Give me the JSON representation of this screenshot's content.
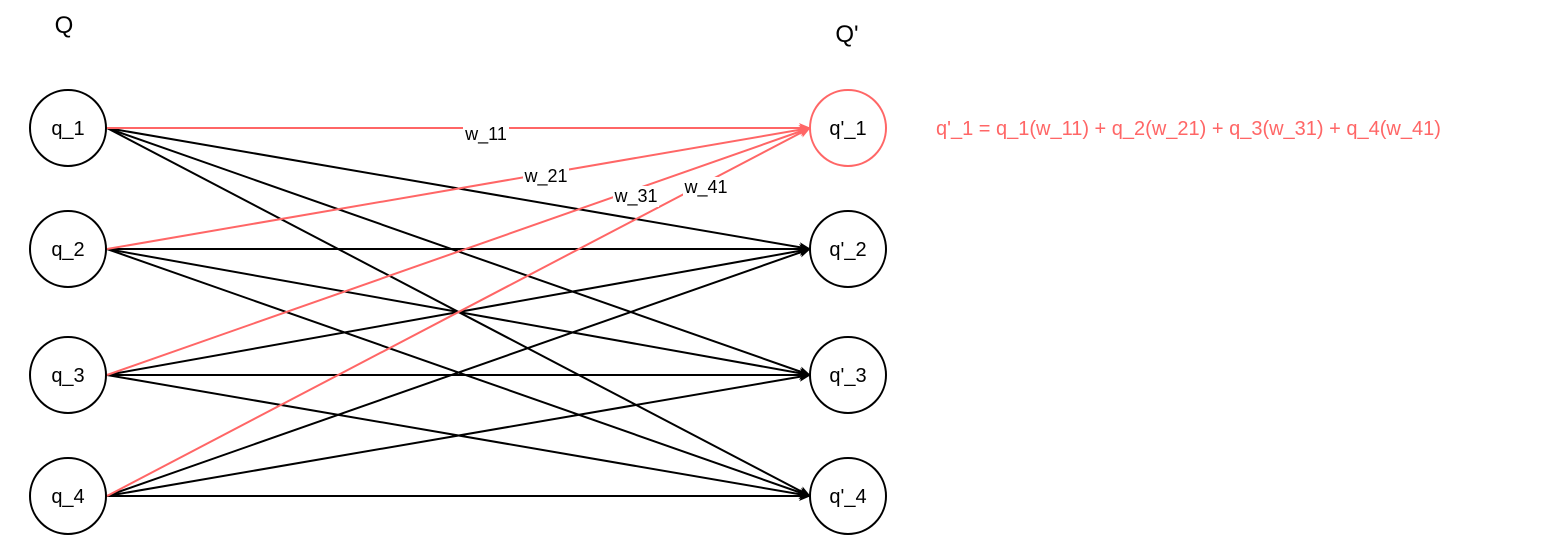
{
  "titles": {
    "left": "Q",
    "right": "Q'"
  },
  "colors": {
    "default": "#000000",
    "highlight": "#ff6666"
  },
  "inputs": [
    {
      "id": "q1",
      "label": "q_1"
    },
    {
      "id": "q2",
      "label": "q_2"
    },
    {
      "id": "q3",
      "label": "q_3"
    },
    {
      "id": "q4",
      "label": "q_4"
    }
  ],
  "outputs": [
    {
      "id": "qp1",
      "label": "q'_1",
      "highlighted": true
    },
    {
      "id": "qp2",
      "label": "q'_2",
      "highlighted": false
    },
    {
      "id": "qp3",
      "label": "q'_3",
      "highlighted": false
    },
    {
      "id": "qp4",
      "label": "q'_4",
      "highlighted": false
    }
  ],
  "edges": [
    {
      "from": 0,
      "to": 0,
      "highlighted": true,
      "label": "w_11"
    },
    {
      "from": 1,
      "to": 0,
      "highlighted": true,
      "label": "w_21"
    },
    {
      "from": 2,
      "to": 0,
      "highlighted": true,
      "label": "w_31"
    },
    {
      "from": 3,
      "to": 0,
      "highlighted": true,
      "label": "w_41"
    },
    {
      "from": 0,
      "to": 1,
      "highlighted": false
    },
    {
      "from": 0,
      "to": 2,
      "highlighted": false
    },
    {
      "from": 0,
      "to": 3,
      "highlighted": false
    },
    {
      "from": 1,
      "to": 1,
      "highlighted": false
    },
    {
      "from": 1,
      "to": 2,
      "highlighted": false
    },
    {
      "from": 1,
      "to": 3,
      "highlighted": false
    },
    {
      "from": 2,
      "to": 1,
      "highlighted": false
    },
    {
      "from": 2,
      "to": 2,
      "highlighted": false
    },
    {
      "from": 2,
      "to": 3,
      "highlighted": false
    },
    {
      "from": 3,
      "to": 1,
      "highlighted": false
    },
    {
      "from": 3,
      "to": 2,
      "highlighted": false
    },
    {
      "from": 3,
      "to": 3,
      "highlighted": false
    }
  ],
  "formula": "q'_1 = q_1(w_11) + q_2(w_21) + q_3(w_31) + q_4(w_41)"
}
